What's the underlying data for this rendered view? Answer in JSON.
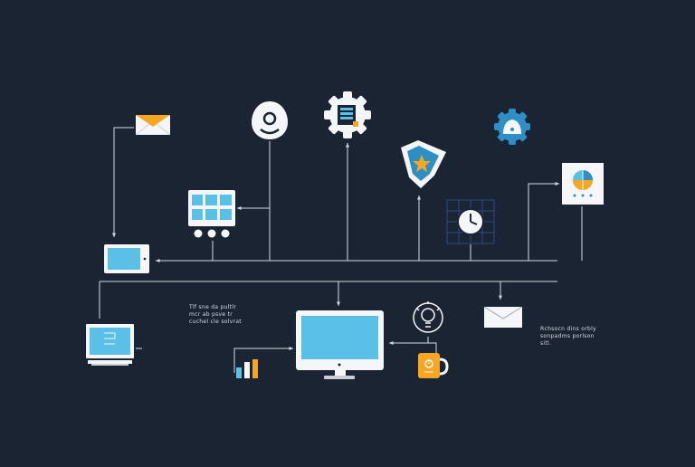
{
  "diagram": {
    "background": "#1b2433",
    "line_color": "#d6dbe3",
    "colors": {
      "accent_orange": "#f5a623",
      "accent_blue": "#5bc0e8",
      "accent_blue_dark": "#2f8fc4",
      "node_white": "#f4f6f9",
      "grid_blue": "#2c4a8a"
    },
    "nodes": [
      {
        "id": "envelope-top",
        "icon": "envelope-icon"
      },
      {
        "id": "user-profile",
        "icon": "user-icon"
      },
      {
        "id": "server-gear",
        "icon": "gear-server-icon"
      },
      {
        "id": "shield-star",
        "icon": "shield-star-icon"
      },
      {
        "id": "cloud-gear",
        "icon": "cloud-gear-icon"
      },
      {
        "id": "dashboard-grid",
        "icon": "dashboard-icon"
      },
      {
        "id": "clock-grid",
        "icon": "clock-icon"
      },
      {
        "id": "pie-chart",
        "icon": "pie-chart-icon"
      },
      {
        "id": "laptop-left",
        "icon": "laptop-icon"
      },
      {
        "id": "laptop-lower",
        "icon": "laptop-icon"
      },
      {
        "id": "monitor-center",
        "icon": "monitor-icon"
      },
      {
        "id": "bar-chart",
        "icon": "bar-chart-icon"
      },
      {
        "id": "lightbulb",
        "icon": "lightbulb-icon"
      },
      {
        "id": "mug",
        "icon": "mug-icon"
      },
      {
        "id": "envelope-right",
        "icon": "envelope-icon"
      }
    ],
    "captions": {
      "left": "Tlf  sne  da  pultlr\nmcr  ab  psve  tr\ncuchel  cle  solvrat",
      "right": "Rchsocn  dins  orbly\nsonpadms  porlson\nsitl."
    }
  }
}
